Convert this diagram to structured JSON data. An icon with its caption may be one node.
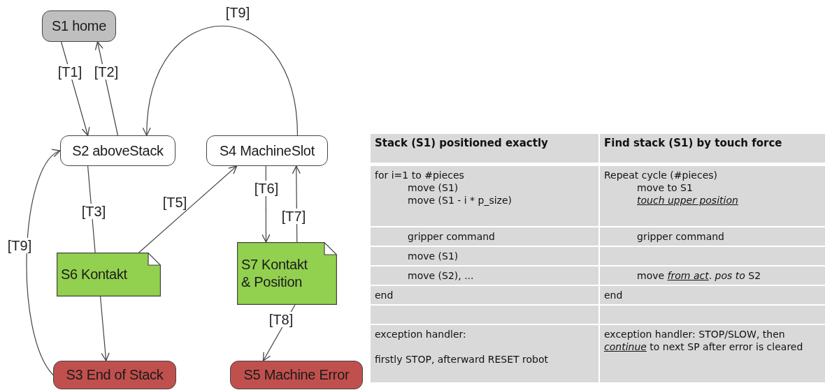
{
  "diagram": {
    "nodes": [
      {
        "text": [
          "S1 home"
        ]
      },
      {
        "text": [
          "S2 aboveStack"
        ]
      },
      {
        "text": [
          "S4 MachineSlot"
        ]
      },
      {
        "text": [
          "S6 Kontakt"
        ]
      },
      {
        "text": [
          "S7 Kontakt & Position"
        ]
      },
      {
        "text": [
          "S3 End of Stack"
        ]
      },
      {
        "text": [
          "S5 Machine Error"
        ]
      }
    ],
    "edges": [
      {
        "from": 0,
        "to": 1,
        "arrow": "to",
        "label": "[T1]"
      },
      {
        "from": 1,
        "to": 0,
        "arrow": "to",
        "label": "[T2]"
      },
      {
        "from": 1,
        "to": 3,
        "arrow": "none",
        "label": "[T3]"
      },
      {
        "from": 3,
        "to": 2,
        "arrow": "to",
        "label": "[T5]"
      },
      {
        "from": 2,
        "to": 4,
        "arrow": "to",
        "label": "[T6]"
      },
      {
        "from": 4,
        "to": 2,
        "arrow": "to",
        "label": "[T7]"
      },
      {
        "from": 4,
        "to": 6,
        "arrow": "to",
        "label": "[T8]"
      },
      {
        "from": 3,
        "to": 5,
        "arrow": "to"
      },
      {
        "from": 2,
        "to": 1,
        "arrow": "to",
        "label": "[T9]"
      },
      {
        "from": 5,
        "to": 1,
        "arrow": "to",
        "label": "[T9]"
      }
    ],
    "labels": [
      "Stack (S1) positioned exactly",
      "Find stack (S1) by touch force",
      "for i=1 to #pieces",
      "move (S1)",
      "move (S1 - i * p_size)",
      "Repeat cycle (#pieces)",
      "move to S1",
      "touch upper position",
      "gripper command",
      "gripper command",
      "move (S1)",
      "move (S2), ...",
      "move *from act*. *pos to* S2",
      "end",
      "end",
      "exception handler:",
      "firstly STOP, afterward RESET robot",
      "exception handler: STOP/SLOW, then *continue* to next SP after error is cleared"
    ]
  }
}
